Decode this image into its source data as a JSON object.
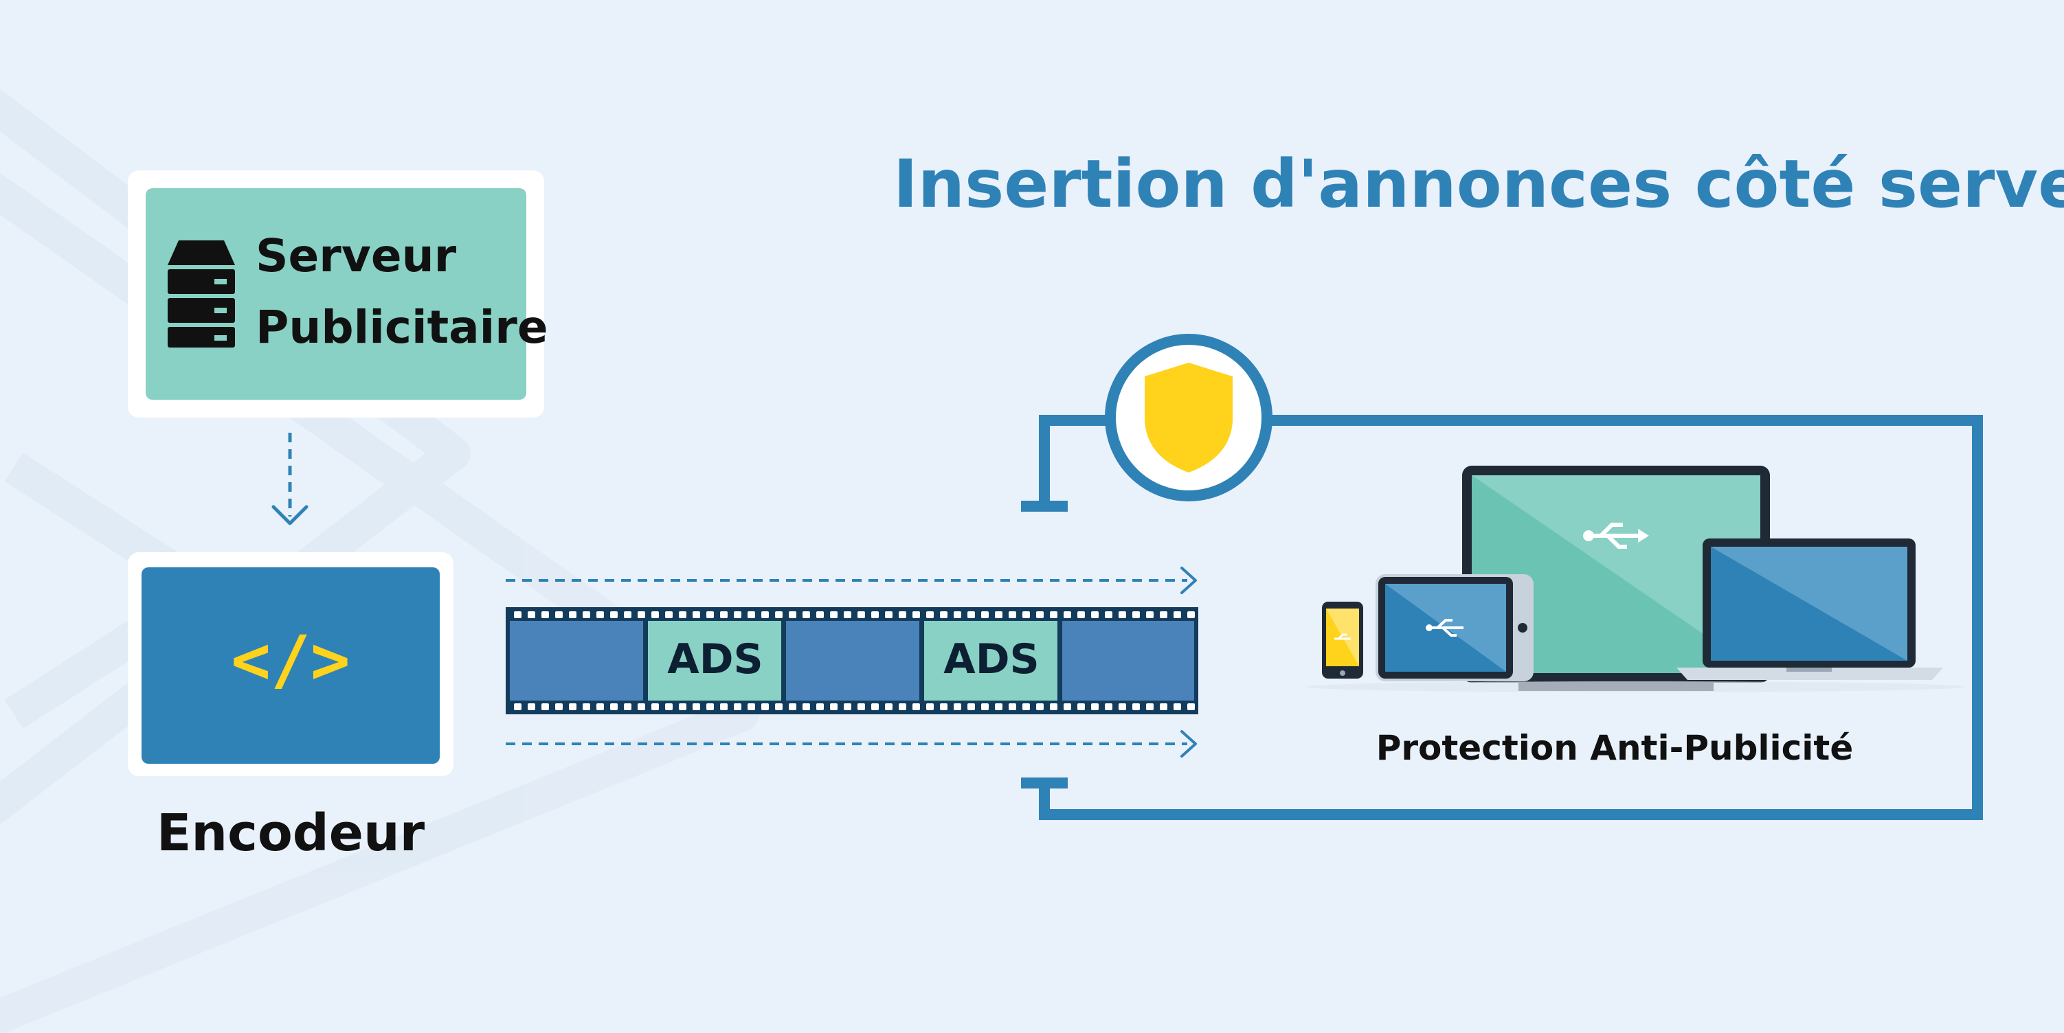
{
  "title": "Insertion d'annonces côté serveur",
  "ad_server": {
    "icon": "server-rack-icon",
    "line1": "Serveur",
    "line2": "Publicitaire"
  },
  "encoder": {
    "icon": "code-icon",
    "glyph": "</>",
    "label": "Encodeur"
  },
  "stream": {
    "segments": [
      "",
      "ADS",
      "",
      "ADS",
      ""
    ]
  },
  "protection": {
    "icon": "shield-icon",
    "label": "Protection Anti-Publicité"
  },
  "devices": [
    "smartphone-icon",
    "tablet-icon",
    "monitor-icon",
    "laptop-icon"
  ],
  "colors": {
    "background": "#e9f1fb",
    "accent_blue": "#2f82b6",
    "teal": "#88d1c4",
    "video_blue": "#4a82ba",
    "film_dark": "#133b5c",
    "yellow": "#ffd21c"
  }
}
